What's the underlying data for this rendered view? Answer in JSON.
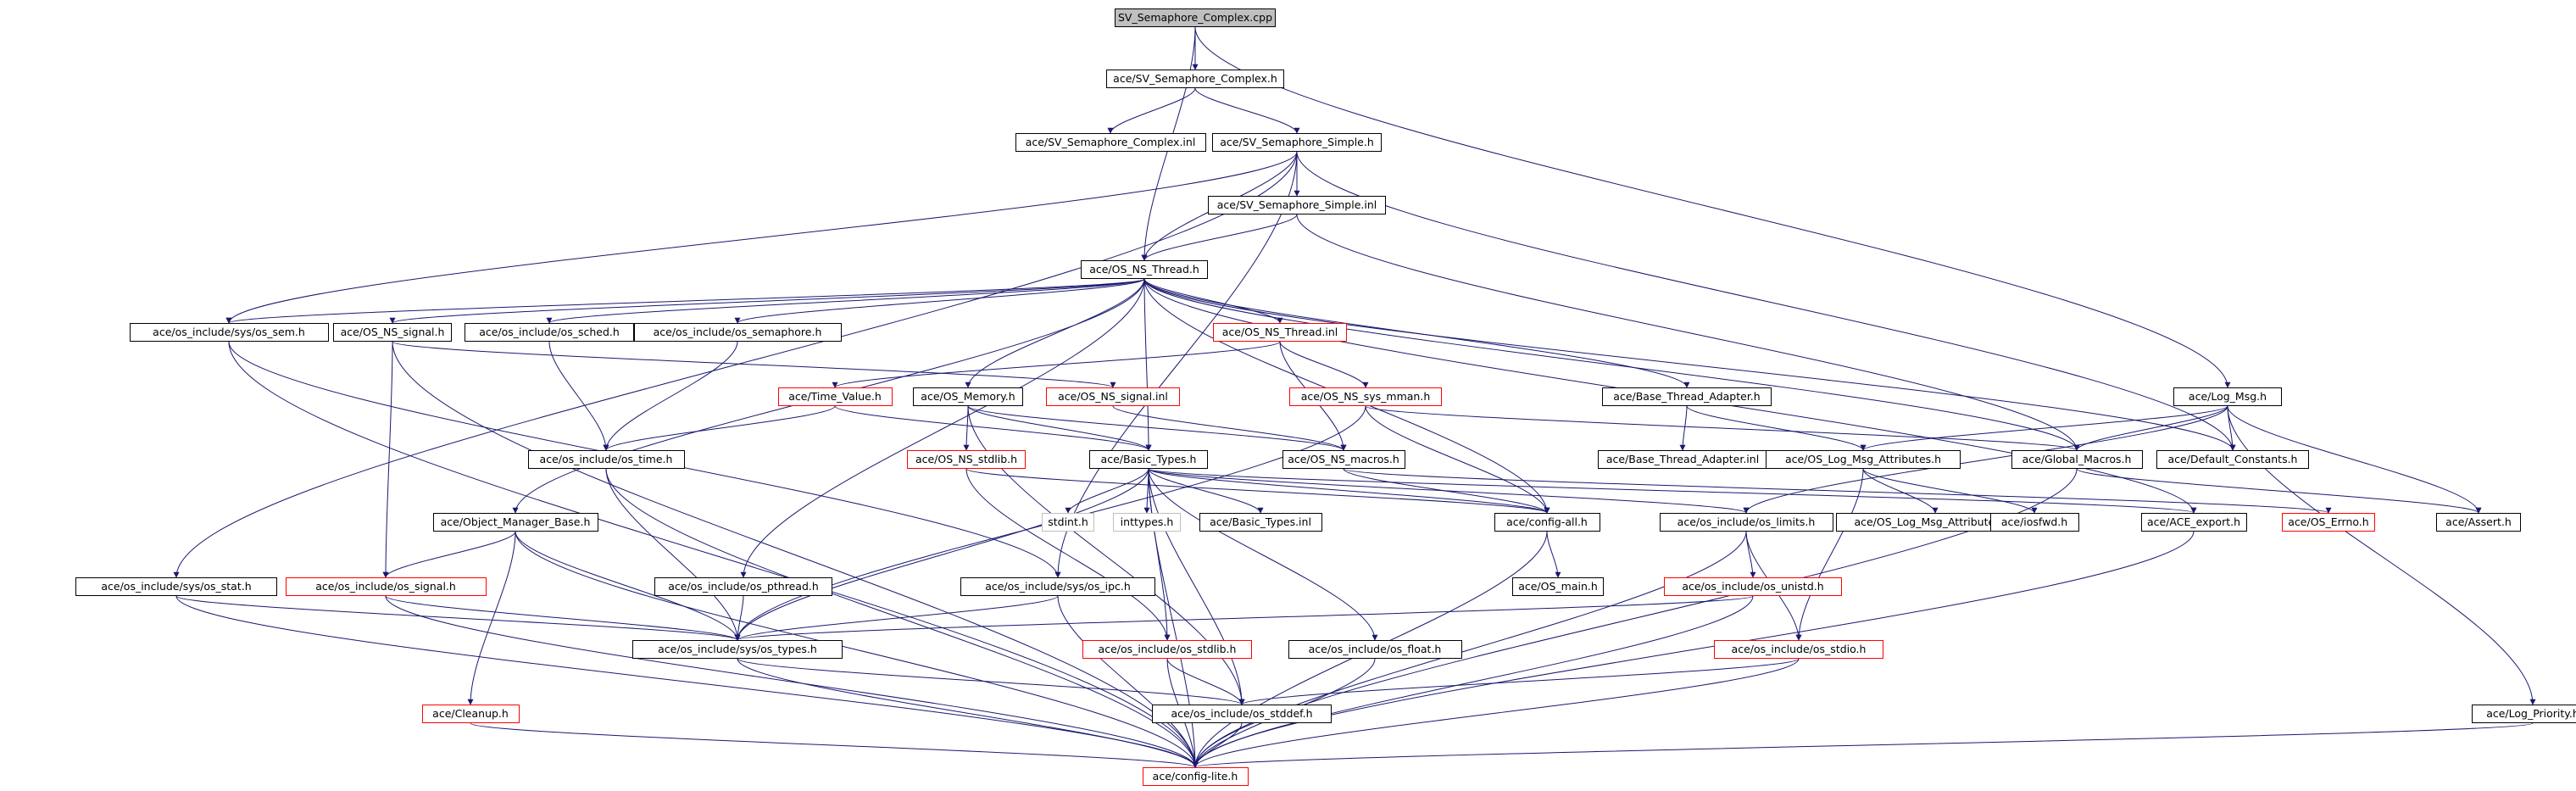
{
  "colors": {
    "edge": "#191970",
    "partial_border": "#ff0000",
    "missing_border": "#bfbfbf",
    "root_fill": "#bfbfbf"
  },
  "nodes": [
    {
      "id": "root",
      "label": "SV_Semaphore_Complex.cpp",
      "kind": "root"
    },
    {
      "id": "svc_h",
      "label": "ace/SV_Semaphore_Complex.h",
      "kind": "normal"
    },
    {
      "id": "svc_inl",
      "label": "ace/SV_Semaphore_Complex.inl",
      "kind": "normal"
    },
    {
      "id": "svs_h",
      "label": "ace/SV_Semaphore_Simple.h",
      "kind": "normal"
    },
    {
      "id": "svs_inl",
      "label": "ace/SV_Semaphore_Simple.inl",
      "kind": "normal"
    },
    {
      "id": "osnsthread_h",
      "label": "ace/OS_NS_Thread.h",
      "kind": "normal"
    },
    {
      "id": "sys_sem",
      "label": "ace/os_include/sys/os_sem.h",
      "kind": "normal"
    },
    {
      "id": "osnssignal_h",
      "label": "ace/OS_NS_signal.h",
      "kind": "normal"
    },
    {
      "id": "os_sched",
      "label": "ace/os_include/os_sched.h",
      "kind": "normal"
    },
    {
      "id": "os_semaphore",
      "label": "ace/os_include/os_semaphore.h",
      "kind": "normal"
    },
    {
      "id": "osnsthread_inl",
      "label": "ace/OS_NS_Thread.inl",
      "kind": "partial"
    },
    {
      "id": "base_thread_adapter_h",
      "label": "ace/Base_Thread_Adapter.h",
      "kind": "normal"
    },
    {
      "id": "log_msg",
      "label": "ace/Log_Msg.h",
      "kind": "normal"
    },
    {
      "id": "time_value",
      "label": "ace/Time_Value.h",
      "kind": "partial"
    },
    {
      "id": "os_memory",
      "label": "ace/OS_Memory.h",
      "kind": "normal"
    },
    {
      "id": "osnssignal_inl",
      "label": "ace/OS_NS_signal.inl",
      "kind": "partial"
    },
    {
      "id": "osnssysmman",
      "label": "ace/OS_NS_sys_mman.h",
      "kind": "partial"
    },
    {
      "id": "os_time",
      "label": "ace/os_include/os_time.h",
      "kind": "normal"
    },
    {
      "id": "osnsstdlib",
      "label": "ace/OS_NS_stdlib.h",
      "kind": "partial"
    },
    {
      "id": "basic_types_h",
      "label": "ace/Basic_Types.h",
      "kind": "normal"
    },
    {
      "id": "osnsmacros",
      "label": "ace/OS_NS_macros.h",
      "kind": "normal"
    },
    {
      "id": "base_thread_adapter_inl",
      "label": "ace/Base_Thread_Adapter.inl",
      "kind": "normal"
    },
    {
      "id": "os_log_msg_attr_h",
      "label": "ace/OS_Log_Msg_Attributes.h",
      "kind": "normal"
    },
    {
      "id": "global_macros",
      "label": "ace/Global_Macros.h",
      "kind": "normal"
    },
    {
      "id": "default_constants",
      "label": "ace/Default_Constants.h",
      "kind": "normal"
    },
    {
      "id": "object_manager_base",
      "label": "ace/Object_Manager_Base.h",
      "kind": "normal"
    },
    {
      "id": "stdint",
      "label": "stdint.h",
      "kind": "plain"
    },
    {
      "id": "inttypes",
      "label": "inttypes.h",
      "kind": "plain"
    },
    {
      "id": "basic_types_inl",
      "label": "ace/Basic_Types.inl",
      "kind": "normal"
    },
    {
      "id": "config_all",
      "label": "ace/config-all.h",
      "kind": "normal"
    },
    {
      "id": "os_limits",
      "label": "ace/os_include/os_limits.h",
      "kind": "normal"
    },
    {
      "id": "os_log_msg_attr_inl",
      "label": "ace/OS_Log_Msg_Attributes.inl",
      "kind": "normal"
    },
    {
      "id": "iosfwd",
      "label": "ace/iosfwd.h",
      "kind": "normal"
    },
    {
      "id": "ace_export",
      "label": "ace/ACE_export.h",
      "kind": "normal"
    },
    {
      "id": "os_errno",
      "label": "ace/OS_Errno.h",
      "kind": "partial"
    },
    {
      "id": "assert",
      "label": "ace/Assert.h",
      "kind": "normal"
    },
    {
      "id": "sys_stat",
      "label": "ace/os_include/sys/os_stat.h",
      "kind": "normal"
    },
    {
      "id": "os_signal",
      "label": "ace/os_include/os_signal.h",
      "kind": "partial"
    },
    {
      "id": "os_pthread",
      "label": "ace/os_include/os_pthread.h",
      "kind": "normal"
    },
    {
      "id": "sys_ipc",
      "label": "ace/os_include/sys/os_ipc.h",
      "kind": "normal"
    },
    {
      "id": "os_main",
      "label": "ace/OS_main.h",
      "kind": "normal"
    },
    {
      "id": "os_unistd",
      "label": "ace/os_include/os_unistd.h",
      "kind": "partial"
    },
    {
      "id": "sys_types",
      "label": "ace/os_include/sys/os_types.h",
      "kind": "normal"
    },
    {
      "id": "os_stdlib",
      "label": "ace/os_include/os_stdlib.h",
      "kind": "partial"
    },
    {
      "id": "os_float",
      "label": "ace/os_include/os_float.h",
      "kind": "normal"
    },
    {
      "id": "os_stdio",
      "label": "ace/os_include/os_stdio.h",
      "kind": "partial"
    },
    {
      "id": "cleanup",
      "label": "ace/Cleanup.h",
      "kind": "partial"
    },
    {
      "id": "os_stddef",
      "label": "ace/os_include/os_stddef.h",
      "kind": "normal"
    },
    {
      "id": "log_priority",
      "label": "ace/Log_Priority.h",
      "kind": "normal"
    },
    {
      "id": "config_lite",
      "label": "ace/config-lite.h",
      "kind": "partial"
    }
  ],
  "edges": [
    [
      "root",
      "svc_h"
    ],
    [
      "root",
      "osnsthread_h"
    ],
    [
      "root",
      "log_msg"
    ],
    [
      "svc_h",
      "svc_inl"
    ],
    [
      "svc_h",
      "svs_h"
    ],
    [
      "svs_h",
      "svs_inl"
    ],
    [
      "svs_h",
      "osnsthread_h"
    ],
    [
      "svs_h",
      "sys_sem"
    ],
    [
      "svs_h",
      "sys_stat"
    ],
    [
      "svs_h",
      "sys_ipc"
    ],
    [
      "svs_h",
      "default_constants"
    ],
    [
      "svs_inl",
      "osnsthread_h"
    ],
    [
      "svs_inl",
      "global_macros"
    ],
    [
      "osnsthread_h",
      "sys_sem"
    ],
    [
      "osnsthread_h",
      "osnssignal_h"
    ],
    [
      "osnsthread_h",
      "os_sched"
    ],
    [
      "osnsthread_h",
      "os_semaphore"
    ],
    [
      "osnsthread_h",
      "osnsthread_inl"
    ],
    [
      "osnsthread_h",
      "base_thread_adapter_h"
    ],
    [
      "osnsthread_h",
      "os_memory"
    ],
    [
      "osnsthread_h",
      "basic_types_h"
    ],
    [
      "osnsthread_h",
      "object_manager_base"
    ],
    [
      "osnsthread_h",
      "os_pthread"
    ],
    [
      "osnsthread_h",
      "config_all"
    ],
    [
      "osnsthread_h",
      "global_macros"
    ],
    [
      "osnsthread_h",
      "default_constants"
    ],
    [
      "osnsthread_h",
      "ace_export"
    ],
    [
      "sys_sem",
      "sys_ipc"
    ],
    [
      "sys_sem",
      "config_lite"
    ],
    [
      "osnssignal_h",
      "os_signal"
    ],
    [
      "osnssignal_h",
      "osnssignal_inl"
    ],
    [
      "osnssignal_h",
      "config_lite"
    ],
    [
      "os_sched",
      "os_time"
    ],
    [
      "os_semaphore",
      "os_time"
    ],
    [
      "osnsthread_inl",
      "time_value"
    ],
    [
      "osnsthread_inl",
      "osnssysmman"
    ],
    [
      "osnsthread_inl",
      "osnsmacros"
    ],
    [
      "time_value",
      "os_time"
    ],
    [
      "time_value",
      "basic_types_h"
    ],
    [
      "os_memory",
      "osnsstdlib"
    ],
    [
      "os_memory",
      "basic_types_h"
    ],
    [
      "os_memory",
      "os_stddef"
    ],
    [
      "os_memory",
      "osnsmacros"
    ],
    [
      "osnssignal_inl",
      "osnsmacros"
    ],
    [
      "osnssysmman",
      "sys_types"
    ],
    [
      "osnssysmman",
      "config_all"
    ],
    [
      "osnssysmman",
      "global_macros"
    ],
    [
      "os_time",
      "sys_types"
    ],
    [
      "os_time",
      "config_lite"
    ],
    [
      "osnsstdlib",
      "os_stdlib"
    ],
    [
      "osnsstdlib",
      "config_all"
    ],
    [
      "basic_types_h",
      "stdint"
    ],
    [
      "basic_types_h",
      "inttypes"
    ],
    [
      "basic_types_h",
      "basic_types_inl"
    ],
    [
      "basic_types_h",
      "config_all"
    ],
    [
      "basic_types_h",
      "os_limits"
    ],
    [
      "basic_types_h",
      "ace_export"
    ],
    [
      "basic_types_h",
      "os_float"
    ],
    [
      "basic_types_h",
      "os_stdlib"
    ],
    [
      "basic_types_h",
      "sys_types"
    ],
    [
      "basic_types_h",
      "config_lite"
    ],
    [
      "basic_types_h",
      "os_stddef"
    ],
    [
      "osnsmacros",
      "config_all"
    ],
    [
      "osnsmacros",
      "os_errno"
    ],
    [
      "base_thread_adapter_h",
      "base_thread_adapter_inl"
    ],
    [
      "base_thread_adapter_h",
      "os_log_msg_attr_h"
    ],
    [
      "log_msg",
      "os_log_msg_attr_h"
    ],
    [
      "log_msg",
      "global_macros"
    ],
    [
      "log_msg",
      "default_constants"
    ],
    [
      "log_msg",
      "assert"
    ],
    [
      "log_msg",
      "log_priority"
    ],
    [
      "log_msg",
      "os_limits"
    ],
    [
      "os_log_msg_attr_h",
      "os_log_msg_attr_inl"
    ],
    [
      "os_log_msg_attr_h",
      "iosfwd"
    ],
    [
      "os_log_msg_attr_h",
      "os_stdio"
    ],
    [
      "global_macros",
      "config_lite"
    ],
    [
      "global_macros",
      "assert"
    ],
    [
      "object_manager_base",
      "os_signal"
    ],
    [
      "object_manager_base",
      "cleanup"
    ],
    [
      "object_manager_base",
      "sys_types"
    ],
    [
      "object_manager_base",
      "config_lite"
    ],
    [
      "config_all",
      "os_main"
    ],
    [
      "config_all",
      "config_lite"
    ],
    [
      "os_limits",
      "os_unistd"
    ],
    [
      "os_limits",
      "os_stdio"
    ],
    [
      "os_limits",
      "config_lite"
    ],
    [
      "os_unistd",
      "sys_types"
    ],
    [
      "os_unistd",
      "config_lite"
    ],
    [
      "ace_export",
      "config_lite"
    ],
    [
      "sys_stat",
      "sys_types"
    ],
    [
      "sys_stat",
      "config_lite"
    ],
    [
      "os_signal",
      "sys_types"
    ],
    [
      "os_signal",
      "config_lite"
    ],
    [
      "os_pthread",
      "sys_types"
    ],
    [
      "sys_ipc",
      "sys_types"
    ],
    [
      "sys_ipc",
      "config_lite"
    ],
    [
      "sys_types",
      "os_stddef"
    ],
    [
      "sys_types",
      "config_lite"
    ],
    [
      "os_stdlib",
      "os_stddef"
    ],
    [
      "os_stdlib",
      "config_lite"
    ],
    [
      "os_float",
      "config_lite"
    ],
    [
      "os_stdio",
      "os_stddef"
    ],
    [
      "os_stdio",
      "config_lite"
    ],
    [
      "cleanup",
      "config_lite"
    ],
    [
      "os_stddef",
      "config_lite"
    ],
    [
      "log_priority",
      "config_lite"
    ]
  ]
}
